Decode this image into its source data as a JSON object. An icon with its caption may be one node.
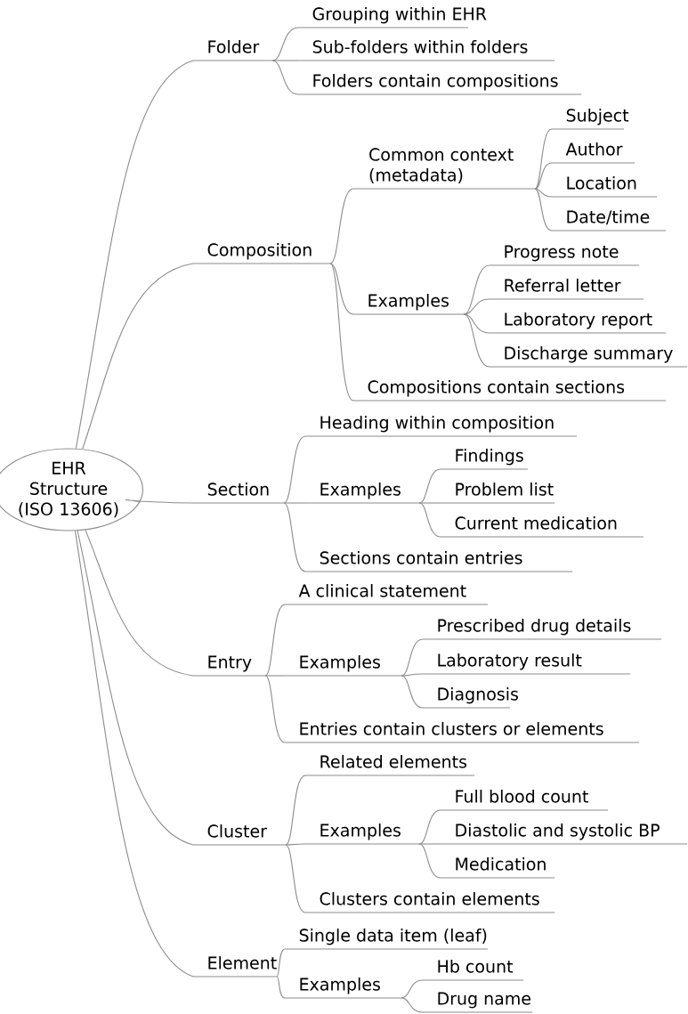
{
  "diagram": {
    "nodes": [
      {
        "text": [
          "EHR Structure (ISO 13606)"
        ]
      },
      {
        "text": [
          "Folder"
        ]
      },
      {
        "text": [
          "Grouping within EHR"
        ]
      },
      {
        "text": [
          "Sub-folders within folders"
        ]
      },
      {
        "text": [
          "Folders contain compositions"
        ]
      },
      {
        "text": [
          "Composition"
        ]
      },
      {
        "text": [
          "Common context (metadata)"
        ]
      },
      {
        "text": [
          "Subject"
        ]
      },
      {
        "text": [
          "Author"
        ]
      },
      {
        "text": [
          "Location"
        ]
      },
      {
        "text": [
          "Date/time"
        ]
      },
      {
        "text": [
          "Examples"
        ]
      },
      {
        "text": [
          "Progress note"
        ]
      },
      {
        "text": [
          "Referral letter"
        ]
      },
      {
        "text": [
          "Laboratory report"
        ]
      },
      {
        "text": [
          "Discharge summary"
        ]
      },
      {
        "text": [
          "Compositions contain sections"
        ]
      },
      {
        "text": [
          "Section"
        ]
      },
      {
        "text": [
          "Heading within composition"
        ]
      },
      {
        "text": [
          "Examples"
        ]
      },
      {
        "text": [
          "Findings"
        ]
      },
      {
        "text": [
          "Problem list"
        ]
      },
      {
        "text": [
          "Current medication"
        ]
      },
      {
        "text": [
          "Sections contain entries"
        ]
      },
      {
        "text": [
          "Entry"
        ]
      },
      {
        "text": [
          "A clinical statement"
        ]
      },
      {
        "text": [
          "Examples"
        ]
      },
      {
        "text": [
          "Prescribed drug details"
        ]
      },
      {
        "text": [
          "Laboratory result"
        ]
      },
      {
        "text": [
          "Diagnosis"
        ]
      },
      {
        "text": [
          "Entries contain clusters or elements"
        ]
      },
      {
        "text": [
          "Cluster"
        ]
      },
      {
        "text": [
          "Related elements"
        ]
      },
      {
        "text": [
          "Examples"
        ]
      },
      {
        "text": [
          "Full blood count"
        ]
      },
      {
        "text": [
          "Diastolic and systolic BP"
        ]
      },
      {
        "text": [
          "Medication"
        ]
      },
      {
        "text": [
          "Clusters contain elements"
        ]
      },
      {
        "text": [
          "Element"
        ]
      },
      {
        "text": [
          "Single data item (leaf)"
        ]
      },
      {
        "text": [
          "Examples"
        ]
      },
      {
        "text": [
          "Hb count"
        ]
      },
      {
        "text": [
          "Drug name"
        ]
      }
    ],
    "edges": [
      {
        "from": 0,
        "to": 1,
        "arrow": "none"
      },
      {
        "from": 1,
        "to": 2,
        "arrow": "none"
      },
      {
        "from": 1,
        "to": 3,
        "arrow": "none"
      },
      {
        "from": 1,
        "to": 4,
        "arrow": "none"
      },
      {
        "from": 0,
        "to": 5,
        "arrow": "none"
      },
      {
        "from": 5,
        "to": 6,
        "arrow": "none"
      },
      {
        "from": 6,
        "to": 7,
        "arrow": "none"
      },
      {
        "from": 6,
        "to": 8,
        "arrow": "none"
      },
      {
        "from": 6,
        "to": 9,
        "arrow": "none"
      },
      {
        "from": 6,
        "to": 10,
        "arrow": "none"
      },
      {
        "from": 5,
        "to": 11,
        "arrow": "none"
      },
      {
        "from": 11,
        "to": 12,
        "arrow": "none"
      },
      {
        "from": 11,
        "to": 13,
        "arrow": "none"
      },
      {
        "from": 11,
        "to": 14,
        "arrow": "none"
      },
      {
        "from": 11,
        "to": 15,
        "arrow": "none"
      },
      {
        "from": 5,
        "to": 16,
        "arrow": "none"
      },
      {
        "from": 0,
        "to": 17,
        "arrow": "none"
      },
      {
        "from": 17,
        "to": 18,
        "arrow": "none"
      },
      {
        "from": 17,
        "to": 19,
        "arrow": "none"
      },
      {
        "from": 19,
        "to": 20,
        "arrow": "none"
      },
      {
        "from": 19,
        "to": 21,
        "arrow": "none"
      },
      {
        "from": 19,
        "to": 22,
        "arrow": "none"
      },
      {
        "from": 17,
        "to": 23,
        "arrow": "none"
      },
      {
        "from": 0,
        "to": 24,
        "arrow": "none"
      },
      {
        "from": 24,
        "to": 25,
        "arrow": "none"
      },
      {
        "from": 24,
        "to": 26,
        "arrow": "none"
      },
      {
        "from": 26,
        "to": 27,
        "arrow": "none"
      },
      {
        "from": 26,
        "to": 28,
        "arrow": "none"
      },
      {
        "from": 26,
        "to": 29,
        "arrow": "none"
      },
      {
        "from": 24,
        "to": 30,
        "arrow": "none"
      },
      {
        "from": 0,
        "to": 31,
        "arrow": "none"
      },
      {
        "from": 31,
        "to": 32,
        "arrow": "none"
      },
      {
        "from": 31,
        "to": 33,
        "arrow": "none"
      },
      {
        "from": 33,
        "to": 34,
        "arrow": "none"
      },
      {
        "from": 33,
        "to": 35,
        "arrow": "none"
      },
      {
        "from": 33,
        "to": 36,
        "arrow": "none"
      },
      {
        "from": 31,
        "to": 37,
        "arrow": "none"
      },
      {
        "from": 0,
        "to": 38,
        "arrow": "none"
      },
      {
        "from": 38,
        "to": 39,
        "arrow": "none"
      },
      {
        "from": 38,
        "to": 40,
        "arrow": "none"
      },
      {
        "from": 40,
        "to": 41,
        "arrow": "none"
      },
      {
        "from": 40,
        "to": 42,
        "arrow": "none"
      }
    ]
  }
}
